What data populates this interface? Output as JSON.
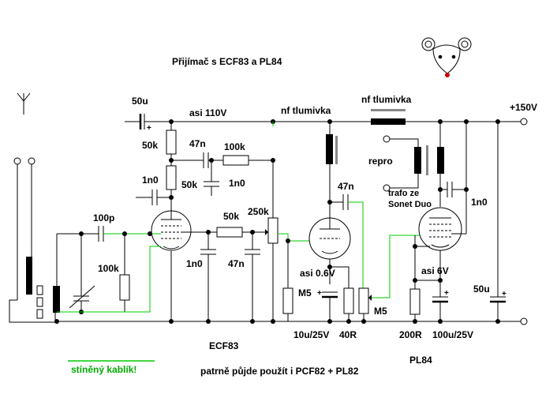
{
  "title": "Přijímač s ECF83 a PL84",
  "subtitle": "patrně půjde použít i PCF82 + PL82",
  "shielded_label": "stíněný kablík!",
  "supply_label": "+150V",
  "labels": {
    "c_50u_top": "50u",
    "asi110v": "asi 110V",
    "nf1": "nf tlumivka",
    "nf2": "nf tlumivka",
    "r50k_a": "50k",
    "c47n_a": "47n",
    "r100k_a": "100k",
    "c1n0_a": "1n0",
    "r50k_b": "50k",
    "c1n0_b": "1n0",
    "c100p": "100p",
    "r100k_b": "100k",
    "r50k_c": "50k",
    "p250k": "250k",
    "c1n0_c": "1n0",
    "c47n_b": "47n",
    "c47n_c": "47n",
    "asi06v": "asi 0.6V",
    "r_m5_a": "M5",
    "c10u": "10u/25V",
    "r40r": "40R",
    "p_m5_b": "M5",
    "repro": "repro",
    "trafo1": "trafo ze",
    "trafo2": "Sonet Duo",
    "c1n0_d": "1n0",
    "asi6v": "asi 6V",
    "c50u_right": "50u",
    "r200r": "200R",
    "c100u": "100u/25V",
    "ecf83": "ECF83",
    "pl84": "PL84"
  },
  "colors": {
    "wire": "#000000",
    "shielded": "#00cc00",
    "mouse_nose": "#cc0000"
  }
}
